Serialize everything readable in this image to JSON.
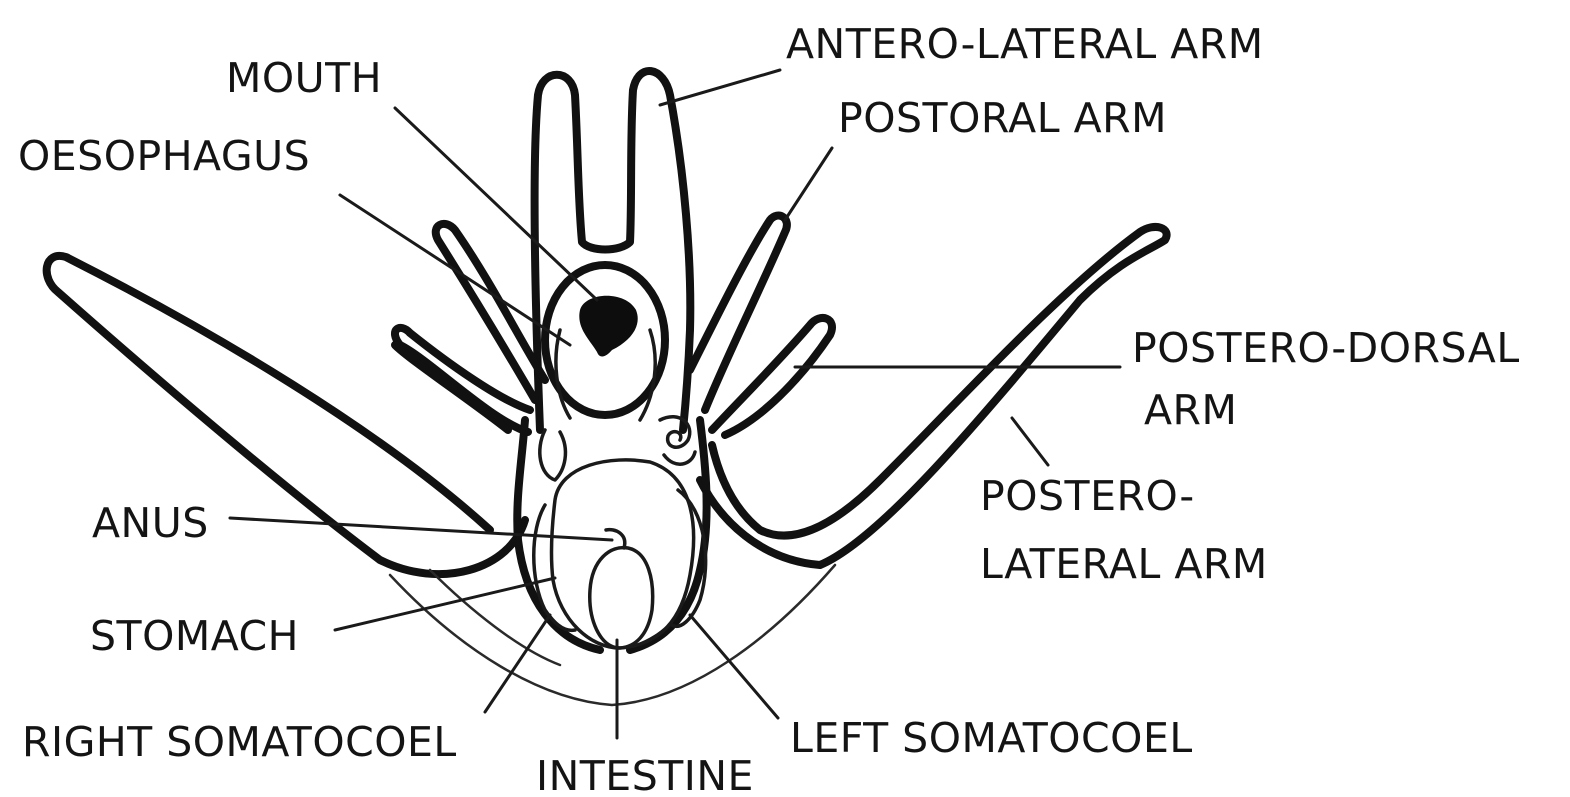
{
  "diagram": {
    "labels": {
      "antero_lateral_arm": "ANTERO-LATERAL ARM",
      "mouth": "MOUTH",
      "postoral_arm": "POSTORAL ARM",
      "oesophagus": "OESOPHAGUS",
      "postero_dorsal_arm_line1": "POSTERO-DORSAL",
      "postero_dorsal_arm_line2": "ARM",
      "postero_lateral_arm_line1": "POSTERO-",
      "postero_lateral_arm_line2": "LATERAL ARM",
      "anus": "ANUS",
      "stomach": "STOMACH",
      "right_somatocoel": "RIGHT SOMATOCOEL",
      "intestine": "INTESTINE",
      "left_somatocoel": "LEFT SOMATOCOEL"
    }
  }
}
